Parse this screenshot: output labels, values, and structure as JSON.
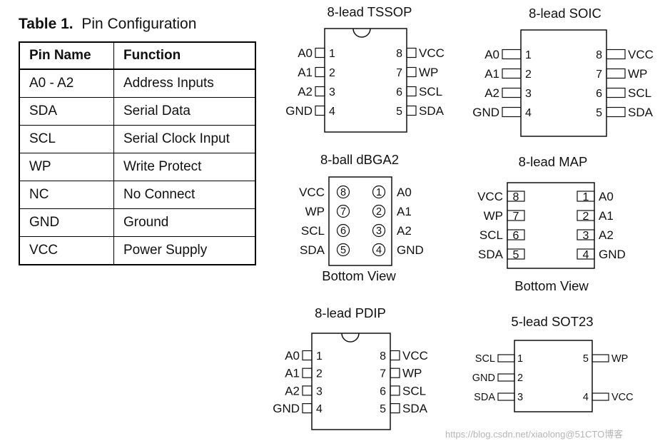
{
  "table": {
    "caption_bold": "Table 1.",
    "caption_text": "Pin Configuration",
    "headers": [
      "Pin Name",
      "Function"
    ],
    "rows": [
      [
        "A0 - A2",
        "Address Inputs"
      ],
      [
        "SDA",
        "Serial Data"
      ],
      [
        "SCL",
        "Serial Clock Input"
      ],
      [
        "WP",
        "Write Protect"
      ],
      [
        "NC",
        "No Connect"
      ],
      [
        "GND",
        "Ground"
      ],
      [
        "VCC",
        "Power Supply"
      ]
    ]
  },
  "packages": {
    "tssop": {
      "title": "8-lead TSSOP",
      "left": [
        {
          "label": "A0",
          "num": "1"
        },
        {
          "label": "A1",
          "num": "2"
        },
        {
          "label": "A2",
          "num": "3"
        },
        {
          "label": "GND",
          "num": "4"
        }
      ],
      "right": [
        {
          "label": "VCC",
          "num": "8"
        },
        {
          "label": "WP",
          "num": "7"
        },
        {
          "label": "SCL",
          "num": "6"
        },
        {
          "label": "SDA",
          "num": "5"
        }
      ]
    },
    "soic": {
      "title": "8-lead SOIC",
      "left": [
        {
          "label": "A0",
          "num": "1"
        },
        {
          "label": "A1",
          "num": "2"
        },
        {
          "label": "A2",
          "num": "3"
        },
        {
          "label": "GND",
          "num": "4"
        }
      ],
      "right": [
        {
          "label": "VCC",
          "num": "8"
        },
        {
          "label": "WP",
          "num": "7"
        },
        {
          "label": "SCL",
          "num": "6"
        },
        {
          "label": "SDA",
          "num": "5"
        }
      ]
    },
    "dbga2": {
      "title": "8-ball dBGA2",
      "view": "Bottom View",
      "left": [
        {
          "label": "VCC",
          "num": "8"
        },
        {
          "label": "WP",
          "num": "7"
        },
        {
          "label": "SCL",
          "num": "6"
        },
        {
          "label": "SDA",
          "num": "5"
        }
      ],
      "right": [
        {
          "label": "A0",
          "num": "1"
        },
        {
          "label": "A1",
          "num": "2"
        },
        {
          "label": "A2",
          "num": "3"
        },
        {
          "label": "GND",
          "num": "4"
        }
      ]
    },
    "map": {
      "title": "8-lead MAP",
      "view": "Bottom View",
      "left": [
        {
          "label": "VCC",
          "num": "8"
        },
        {
          "label": "WP",
          "num": "7"
        },
        {
          "label": "SCL",
          "num": "6"
        },
        {
          "label": "SDA",
          "num": "5"
        }
      ],
      "right": [
        {
          "label": "A0",
          "num": "1"
        },
        {
          "label": "A1",
          "num": "2"
        },
        {
          "label": "A2",
          "num": "3"
        },
        {
          "label": "GND",
          "num": "4"
        }
      ]
    },
    "pdip": {
      "title": "8-lead PDIP",
      "left": [
        {
          "label": "A0",
          "num": "1"
        },
        {
          "label": "A1",
          "num": "2"
        },
        {
          "label": "A2",
          "num": "3"
        },
        {
          "label": "GND",
          "num": "4"
        }
      ],
      "right": [
        {
          "label": "VCC",
          "num": "8"
        },
        {
          "label": "WP",
          "num": "7"
        },
        {
          "label": "SCL",
          "num": "6"
        },
        {
          "label": "SDA",
          "num": "5"
        }
      ]
    },
    "sot23": {
      "title": "5-lead SOT23",
      "left": [
        {
          "label": "SCL",
          "num": "1"
        },
        {
          "label": "GND",
          "num": "2"
        },
        {
          "label": "SDA",
          "num": "3"
        }
      ],
      "right": [
        {
          "label": "WP",
          "num": "5"
        },
        {
          "label": "VCC",
          "num": "4"
        }
      ]
    }
  },
  "watermark": "https://blog.csdn.net/xiaolong@51CTO博客"
}
